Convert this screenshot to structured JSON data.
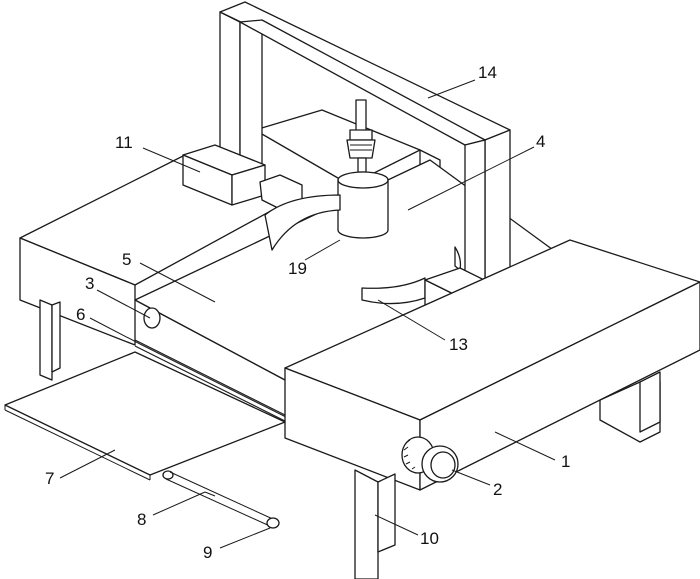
{
  "figure": {
    "labels": {
      "l1": "1",
      "l2": "2",
      "l3": "3",
      "l4": "4",
      "l5": "5",
      "l6": "6",
      "l7": "7",
      "l8": "8",
      "l9": "9",
      "l10": "10",
      "l11": "11",
      "l13": "13",
      "l14": "14",
      "l19": "19"
    },
    "parts": [
      "machine-base",
      "adjusting-knob",
      "roller",
      "cutter-head",
      "conveyor-belt",
      "guide-rod",
      "feed-plate",
      "link-rod",
      "pivot-joint",
      "support-leg",
      "side-block",
      "arc-blade",
      "portal-frame",
      "curved-guide"
    ],
    "colors": {
      "stroke": "#1a1a1a",
      "fill": "#ffffff",
      "background": "#ffffff"
    }
  }
}
